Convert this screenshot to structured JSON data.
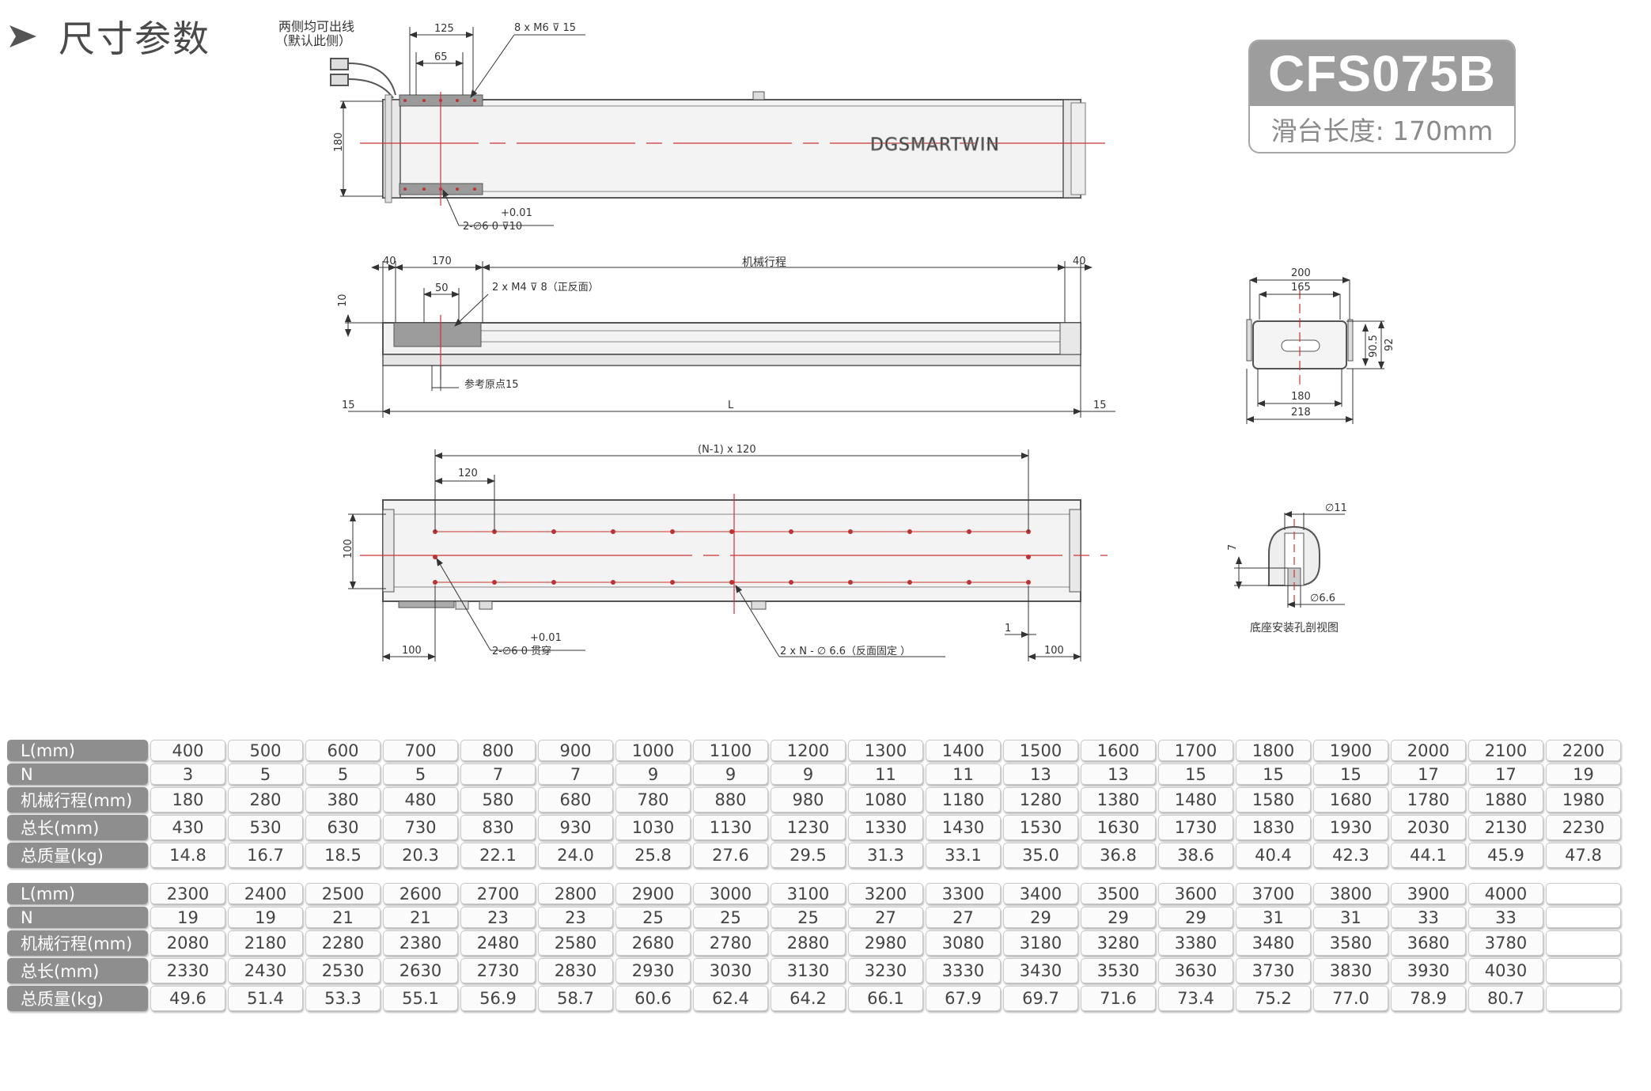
{
  "header": {
    "title": "尺寸参数"
  },
  "model": {
    "name": "CFS075B",
    "slide_length": "滑台长度: 170mm"
  },
  "brand": "DGSMARTWIN",
  "top_view": {
    "cable_note_1": "两侧均可出线",
    "cable_note_2": "（默认此侧）",
    "dim_125": "125",
    "dim_65": "65",
    "dim_height": "180",
    "thread_note": "8 x M6 ⊽ 15",
    "pin_tol": "+0.01",
    "pin_note": "2-∅6   0    ⊽10"
  },
  "side_view": {
    "dim_40_left": "40",
    "dim_170": "170",
    "dim_50": "50",
    "stroke_label": "机械行程",
    "dim_40_right": "40",
    "dim_10": "10",
    "thread_note": "2 x M4 ⊽ 8（正反面）",
    "origin_note": "参考原点15",
    "dim_15_left": "15",
    "dim_L": "L",
    "dim_15_right": "15"
  },
  "bottom_view": {
    "pitch_note": "(N-1) x 120",
    "dim_120": "120",
    "dim_100_height": "100",
    "pin_tol": "+0.01",
    "pin_note": "2-∅6   0    贯穿",
    "hole_note": "2 x N - ∅ 6.6（反面固定 ）",
    "dim_1": "1",
    "dim_100_left": "100",
    "dim_100_right": "100"
  },
  "end_view": {
    "dim_200": "200",
    "dim_165": "165",
    "dim_90_5": "90.5",
    "dim_92": "92",
    "dim_180": "180",
    "dim_218": "218"
  },
  "section_view": {
    "dim_11": "∅11",
    "dim_7": "7",
    "dim_6_6": "∅6.6",
    "caption": "底座安装孔剖视图"
  },
  "table1": {
    "rows": [
      {
        "label": "L(mm)",
        "values": [
          "400",
          "500",
          "600",
          "700",
          "800",
          "900",
          "1000",
          "1100",
          "1200",
          "1300",
          "1400",
          "1500",
          "1600",
          "1700",
          "1800",
          "1900",
          "2000",
          "2100",
          "2200"
        ]
      },
      {
        "label": "N",
        "values": [
          "3",
          "5",
          "5",
          "5",
          "7",
          "7",
          "9",
          "9",
          "9",
          "11",
          "11",
          "13",
          "13",
          "15",
          "15",
          "15",
          "17",
          "17",
          "19"
        ]
      },
      {
        "label": "机械行程(mm)",
        "values": [
          "180",
          "280",
          "380",
          "480",
          "580",
          "680",
          "780",
          "880",
          "980",
          "1080",
          "1180",
          "1280",
          "1380",
          "1480",
          "1580",
          "1680",
          "1780",
          "1880",
          "1980"
        ]
      },
      {
        "label": "总长(mm)",
        "values": [
          "430",
          "530",
          "630",
          "730",
          "830",
          "930",
          "1030",
          "1130",
          "1230",
          "1330",
          "1430",
          "1530",
          "1630",
          "1730",
          "1830",
          "1930",
          "2030",
          "2130",
          "2230"
        ]
      },
      {
        "label": "总质量(kg)",
        "values": [
          "14.8",
          "16.7",
          "18.5",
          "20.3",
          "22.1",
          "24.0",
          "25.8",
          "27.6",
          "29.5",
          "31.3",
          "33.1",
          "35.0",
          "36.8",
          "38.6",
          "40.4",
          "42.3",
          "44.1",
          "45.9",
          "47.8"
        ]
      }
    ]
  },
  "table2": {
    "rows": [
      {
        "label": "L(mm)",
        "values": [
          "2300",
          "2400",
          "2500",
          "2600",
          "2700",
          "2800",
          "2900",
          "3000",
          "3100",
          "3200",
          "3300",
          "3400",
          "3500",
          "3600",
          "3700",
          "3800",
          "3900",
          "4000",
          ""
        ]
      },
      {
        "label": "N",
        "values": [
          "19",
          "19",
          "21",
          "21",
          "23",
          "23",
          "25",
          "25",
          "25",
          "27",
          "27",
          "29",
          "29",
          "29",
          "31",
          "31",
          "33",
          "33",
          ""
        ]
      },
      {
        "label": "机械行程(mm)",
        "values": [
          "2080",
          "2180",
          "2280",
          "2380",
          "2480",
          "2580",
          "2680",
          "2780",
          "2880",
          "2980",
          "3080",
          "3180",
          "3280",
          "3380",
          "3480",
          "3580",
          "3680",
          "3780",
          ""
        ]
      },
      {
        "label": "总长(mm)",
        "values": [
          "2330",
          "2430",
          "2530",
          "2630",
          "2730",
          "2830",
          "2930",
          "3030",
          "3130",
          "3230",
          "3330",
          "3430",
          "3530",
          "3630",
          "3730",
          "3830",
          "3930",
          "4030",
          ""
        ]
      },
      {
        "label": "总质量(kg)",
        "values": [
          "49.6",
          "51.4",
          "53.3",
          "55.1",
          "56.9",
          "58.7",
          "60.6",
          "62.4",
          "64.2",
          "66.1",
          "67.9",
          "69.7",
          "71.6",
          "73.4",
          "75.2",
          "77.0",
          "78.9",
          "80.7",
          ""
        ]
      }
    ]
  }
}
